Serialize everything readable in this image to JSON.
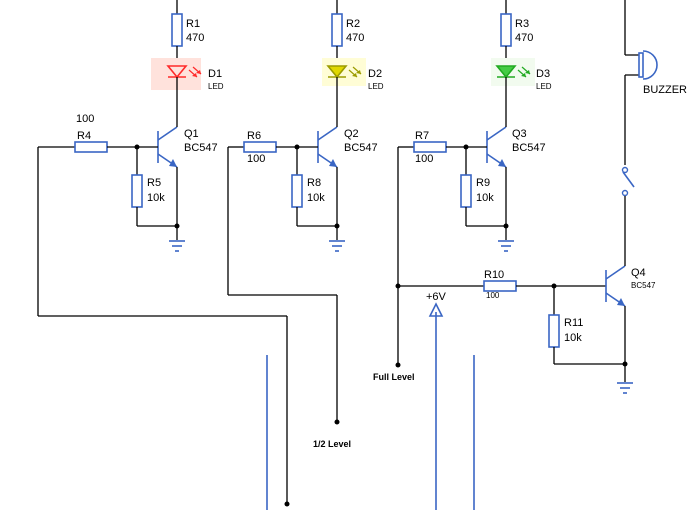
{
  "components": {
    "r1": {
      "ref": "R1",
      "value": "470"
    },
    "r2": {
      "ref": "R2",
      "value": "470"
    },
    "r3": {
      "ref": "R3",
      "value": "470"
    },
    "d1": {
      "ref": "D1",
      "type": "LED",
      "color": "#ff2a2a",
      "highlight": "#ffe2dc"
    },
    "d2": {
      "ref": "D2",
      "type": "LED",
      "color": "#b8b800",
      "highlight": "#fffdd6"
    },
    "d3": {
      "ref": "D3",
      "type": "LED",
      "color": "#22bb22",
      "highlight": "#f2fbef"
    },
    "q1": {
      "ref": "Q1",
      "model": "BC547"
    },
    "q2": {
      "ref": "Q2",
      "model": "BC547"
    },
    "q3": {
      "ref": "Q3",
      "model": "BC547"
    },
    "q4": {
      "ref": "Q4",
      "model": "BC547"
    },
    "r4": {
      "ref": "R4",
      "value": "100"
    },
    "r5": {
      "ref": "R5",
      "value": "10k"
    },
    "r6": {
      "ref": "R6",
      "value": "100"
    },
    "r7": {
      "ref": "R7",
      "value": "100"
    },
    "r8": {
      "ref": "R8",
      "value": "10k"
    },
    "r9": {
      "ref": "R9",
      "value": "10k"
    },
    "r10": {
      "ref": "R10",
      "value": "100"
    },
    "r11": {
      "ref": "R11",
      "value": "10k"
    },
    "buzzer": {
      "label": "BUZZER"
    }
  },
  "nets": {
    "supply": "+6V",
    "full_level": "Full Level",
    "half_level": "1/2 Level"
  },
  "colors": {
    "wire": "#000000",
    "component": "#3a66c4"
  }
}
